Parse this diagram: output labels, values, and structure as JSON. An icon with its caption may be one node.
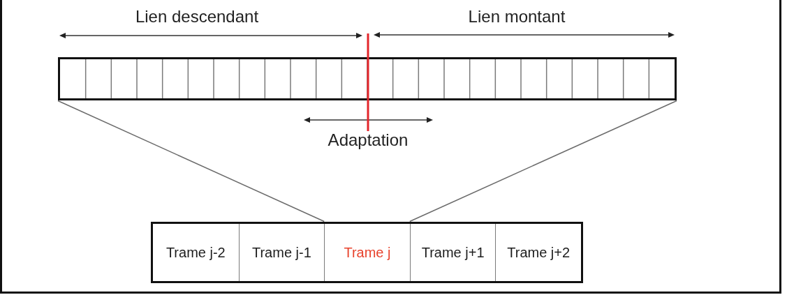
{
  "diagram": {
    "nodes": [
      {
        "text": [],
        "shape": "box"
      },
      {
        "text": [],
        "shape": "box"
      },
      {
        "text": [
          "Trame j-2"
        ],
        "in": 1
      },
      {
        "text": [
          "Trame j-1"
        ],
        "in": 1
      },
      {
        "text": [
          "Trame j"
        ],
        "in": 1
      },
      {
        "text": [
          "Trame j+1"
        ],
        "in": 1
      },
      {
        "text": [
          "Trame j+2"
        ],
        "in": 1
      }
    ],
    "edges": [
      {
        "from": 0,
        "to": 4,
        "arrow": "none"
      },
      {
        "from": 0,
        "to": 4,
        "arrow": "none"
      }
    ],
    "labels": [
      "Lien descendant",
      "Lien montant",
      "Adaptation"
    ]
  }
}
